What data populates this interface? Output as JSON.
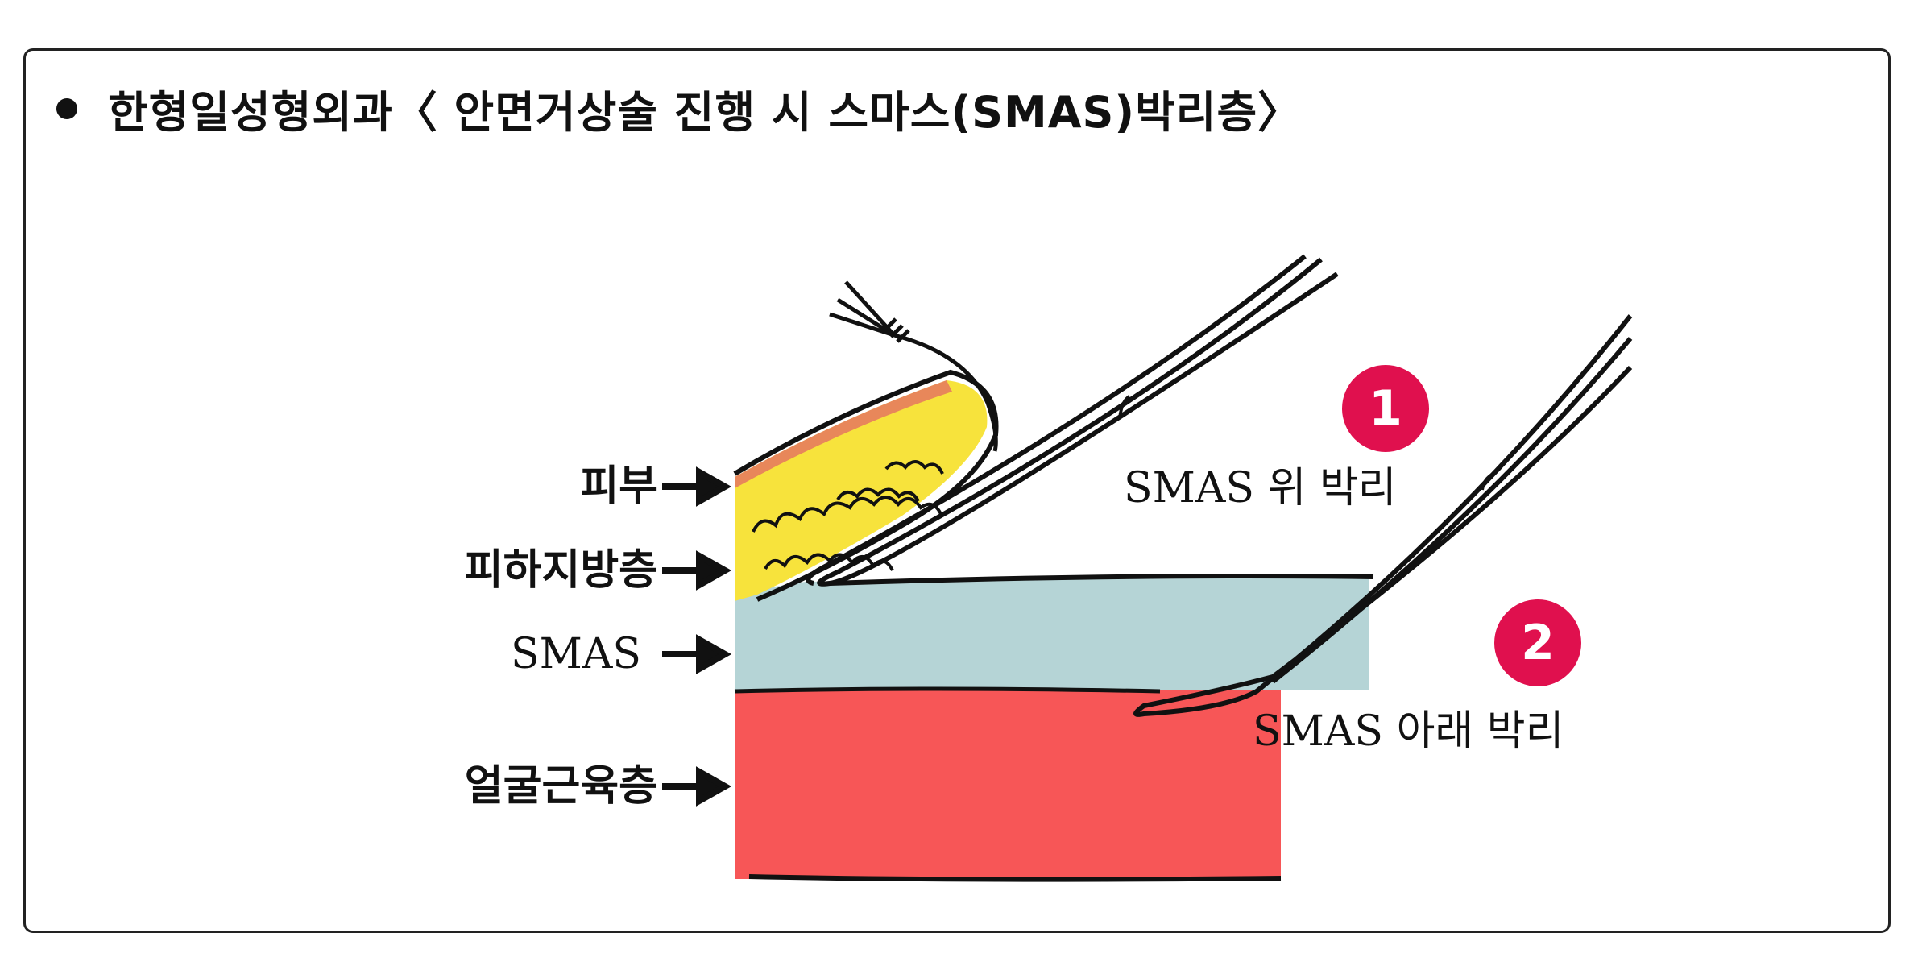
{
  "heading": "한형일성형외과〈 안면거상술 진행 시 스마스(SMAS)박리층〉",
  "layers": {
    "skin": "피부",
    "fat": "피하지방층",
    "smas": "SMAS",
    "muscle": "얼굴근육층"
  },
  "planes": {
    "above": {
      "number": "1",
      "label": "SMAS 위 박리"
    },
    "below": {
      "number": "2",
      "label": "SMAS 아래 박리"
    }
  },
  "colors": {
    "skin_edge": "#e8875a",
    "fat": "#f7e33c",
    "smas": "#b5d4d6",
    "muscle": "#f75657",
    "badge": "#e0104e"
  }
}
